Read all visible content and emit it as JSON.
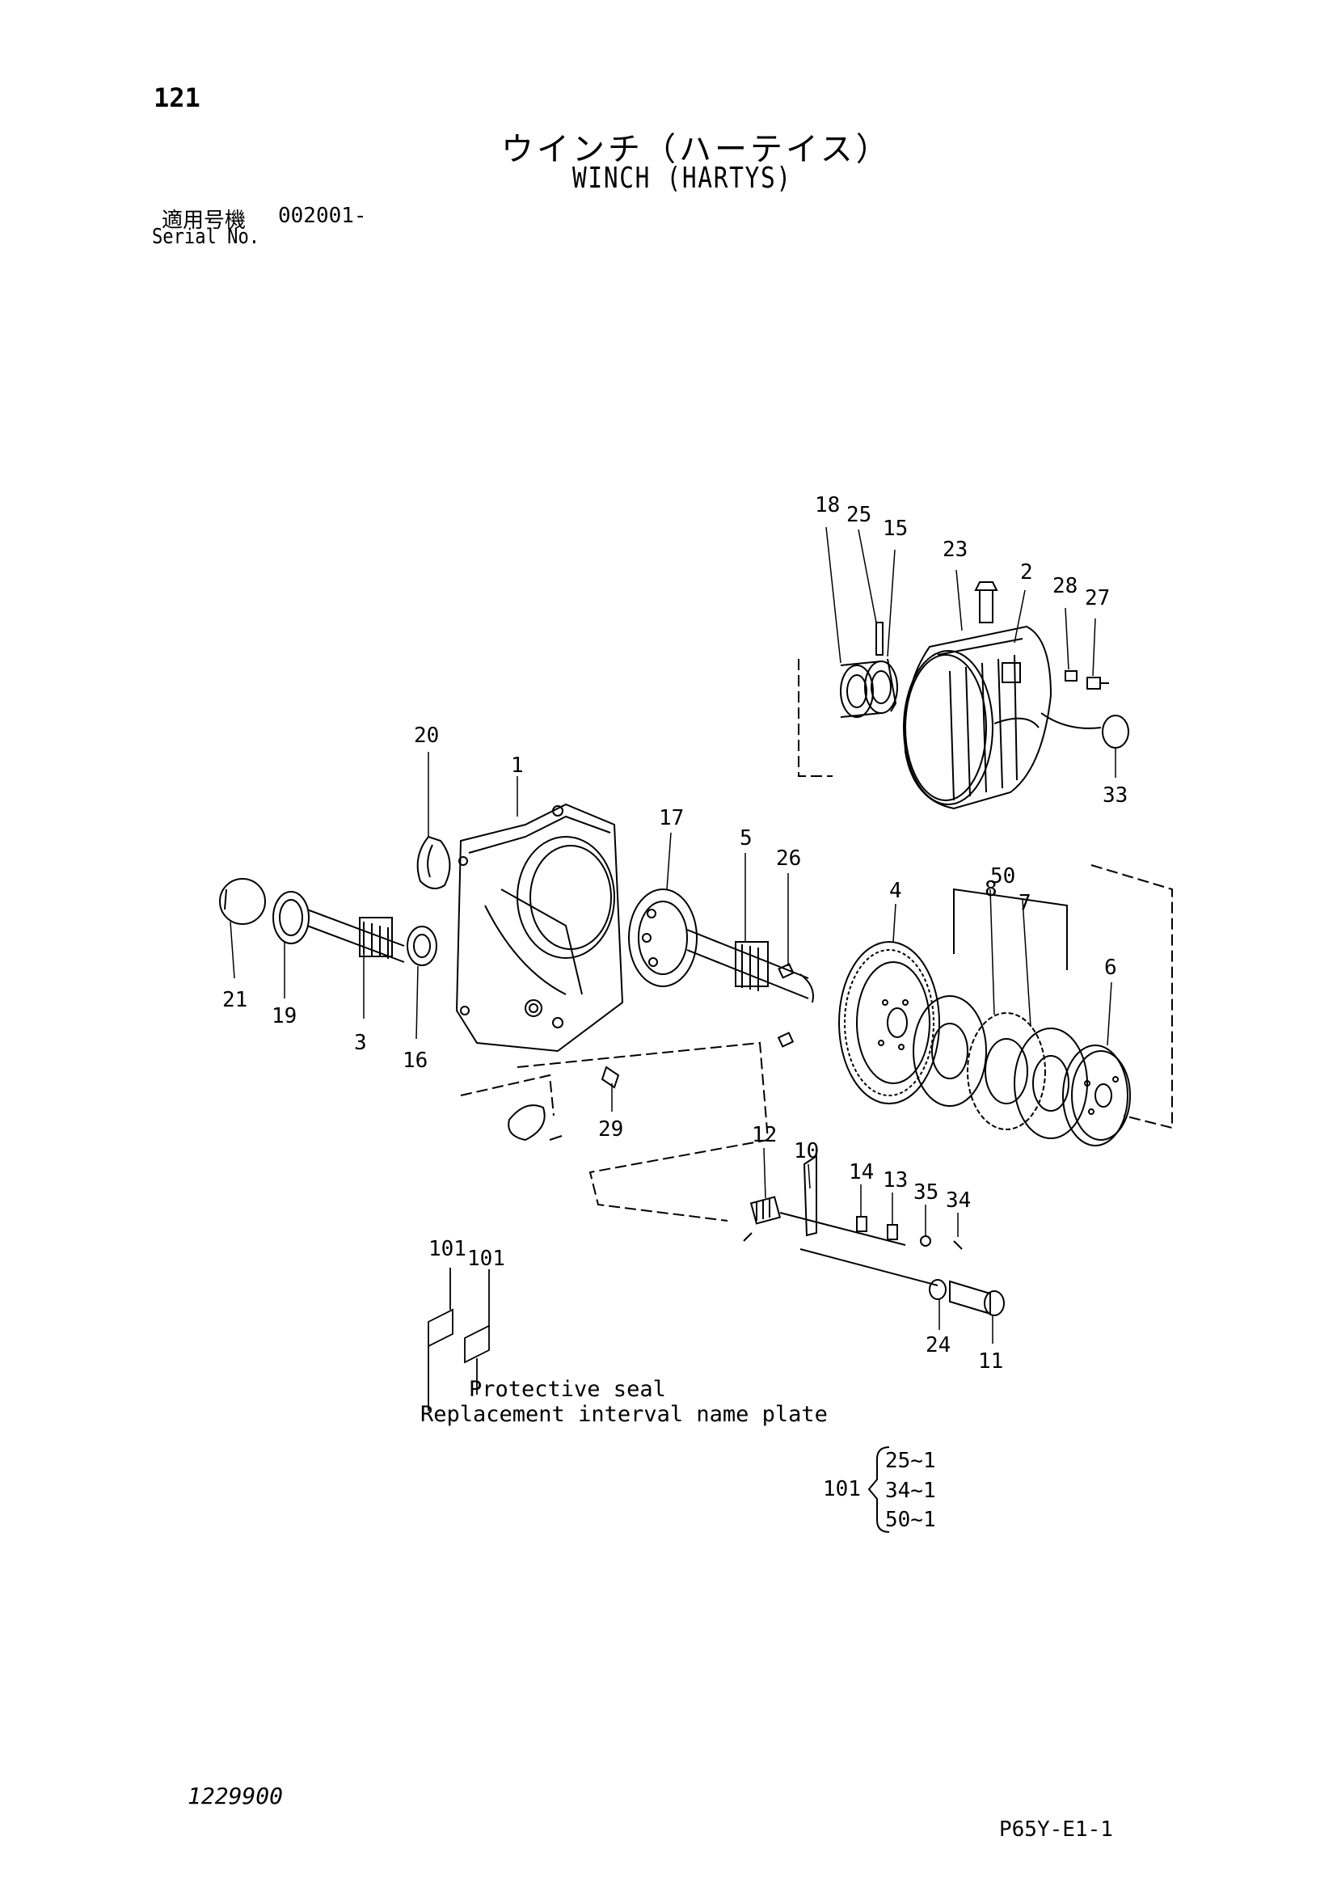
{
  "header": {
    "page_number": "121",
    "title_jp": "ウインチ（ハーテイス）",
    "title_en": "WINCH (HARTYS)",
    "serial_label_jp": "適用号機",
    "serial_value": "002001-",
    "serial_label_en": "Serial No."
  },
  "parts": {
    "p1": "1",
    "p2": "2",
    "p3": "3",
    "p4": "4",
    "p5": "5",
    "p6": "6",
    "p7": "7",
    "p8": "8",
    "p10": "10",
    "p11": "11",
    "p12": "12",
    "p13": "13",
    "p14": "14",
    "p15": "15",
    "p16": "16",
    "p17": "17",
    "p18": "18",
    "p19": "19",
    "p20": "20",
    "p21": "21",
    "p23": "23",
    "p24": "24",
    "p25": "25",
    "p26": "26",
    "p27": "27",
    "p28": "28",
    "p29": "29",
    "p33": "33",
    "p34": "34",
    "p35": "35",
    "p50": "50",
    "p101a": "101",
    "p101b": "101"
  },
  "labels_note": {
    "protective_seal": "Protective seal",
    "replacement_plate": "Replacement interval name plate"
  },
  "kit": {
    "label": "101",
    "items": [
      "25~1",
      "34~1",
      "50~1"
    ]
  },
  "footer": {
    "doc_number": "1229900",
    "page_code": "P65Y-E1-1"
  }
}
